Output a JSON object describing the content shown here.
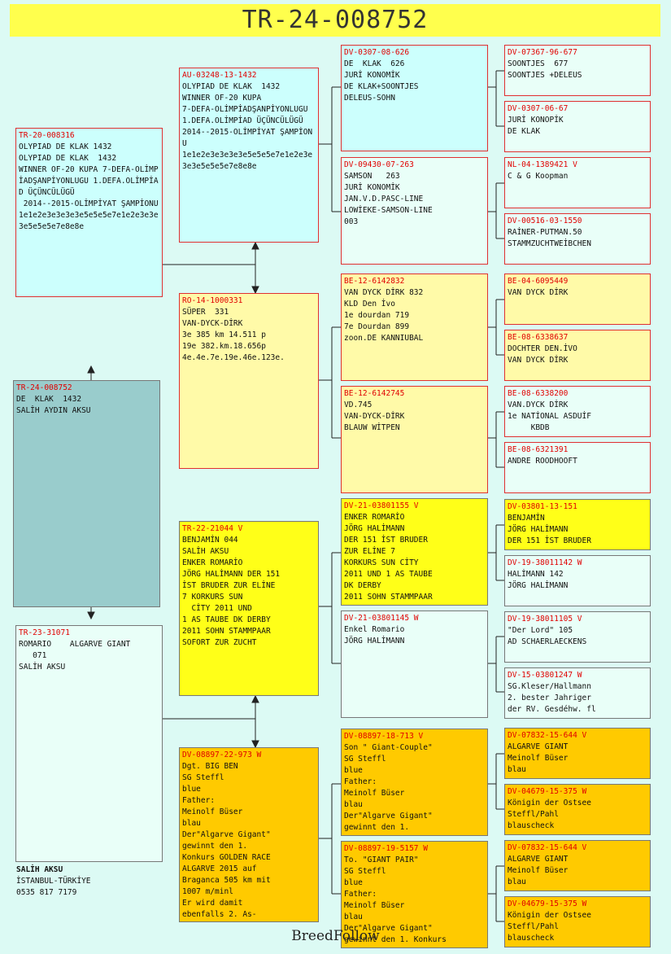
{
  "header": {
    "title": "TR-24-008752"
  },
  "subject": {
    "id": "TR-24-008752",
    "text": "DE  KLAK  1432\nSALİH AYDIN AKSU"
  },
  "sire": {
    "id": "TR-20-008316",
    "text": "OLYPIAD DE KLAK 1432\nOLYPIAD DE KLAK  1432\nWINNER OF-20 KUPA 7-DEFA-OLİMPİADŞANPİYONLUGU 1.DEFA.OLİMPİAD ÜÇÜNCÜLÜGÜ\n 2014--2015-OLİMPİYAT ŞAMPİONU 1e1e2e3e3e3e3e5e5e5e7e1e2e3e3e3e5e5e5e7e8e8e"
  },
  "dam": {
    "id": "TR-23-31071",
    "text": "ROMARIO    ALGARVE GIANT\n   071\nSALİH AKSU"
  },
  "ss": {
    "id": "AU-03248-13-1432",
    "text": "OLYPIAD DE KLAK  1432\nWINNER OF-20 KUPA\n7-DEFA-OLİMPİADŞANPİYONLUGU 1.DEFA.OLİMPİAD ÜÇÜNCÜLÜGÜ\n2014--2015-OLİMPİYAT ŞAMPİONU\n1e1e2e3e3e3e3e5e5e5e7e1e2e3e3e3e5e5e5e7e8e8e"
  },
  "sd": {
    "id": "RO-14-1000331",
    "text": "SÜPER  331\nVAN-DYCK-DİRK\n3e 385 km 14.511 p\n19e 382.km.18.656p\n4e.4e.7e.19e.46e.123e."
  },
  "ds": {
    "id": "TR-22-21044 V",
    "text": "BENJAMİN 044\nSALİH AKSU\nENKER ROMARİO\nJÖRG HALİMANN DER 151\nİST BRUDER ZUR ELİNE\n7 KORKURS SUN\n  CİTY 2011 UND\n1 AS TAUBE DK DERBY\n2011 SOHN STAMMPAAR\nSOFORT ZUR ZUCHT"
  },
  "dd": {
    "id": "DV-08897-22-973 W",
    "text": "Dgt. BIG BEN\nSG Steffl\nblue\nFather:\nMeinolf Büser\nblau\nDer\"Algarve Gigant\"\ngewinnt den 1.\nKonkurs GOLDEN RACE\nALGARVE 2015 auf\nBraganca 505 km mit\n1007 m/minl\nEr wird damit\nebenfalls 2. As-"
  },
  "g3": [
    {
      "id": "DV-0307-08-626",
      "text": "DE  KLAK  626\nJURİ KONOMİK\nDE KLAK+SOONTJES\nDELEUS-SOHN"
    },
    {
      "id": "DV-09430-07-263",
      "text": "SAMSON   263\nJURİ KONOMİK\nJAN.V.D.PASC-LINE\nLOWİEKE-SAMSON-LINE\n003"
    },
    {
      "id": "BE-12-6142832",
      "text": "VAN DYCK DİRK 832\nKLD Den İvo\n1e dourdan 719\n7e Dourdan 899\nzoon.DE KANNIUBAL"
    },
    {
      "id": "BE-12-6142745",
      "text": "VD.745\nVAN-DYCK-DİRK\nBLAUW WİTPEN"
    },
    {
      "id": "DV-21-03801155 V",
      "text": "ENKER ROMARİO\nJÖRG HALİMANN\nDER 151 İST BRUDER\nZUR ELİNE 7\nKORKURS SUN CİTY\n2011 UND 1 AS TAUBE\nDK DERBY\n2011 SOHN STAMMPAAR"
    },
    {
      "id": "DV-21-03801145 W",
      "text": "Enkel Romario\nJÖRG HALİMANN"
    },
    {
      "id": "DV-08897-18-713 V",
      "text": "Son \" Giant-Couple\"\nSG Steffl\nblue\nFather:\nMeinolf Büser\nblau\nDer\"Algarve Gigant\"\ngewinnt den 1."
    },
    {
      "id": "DV-08897-19-5157 W",
      "text": "To. \"GIANT PAIR\"\nSG Steffl\nblue\nFather:\nMeinolf Büser\nblau\nDer\"Algarve Gigant\"\ngewinnt den 1. Konkurs"
    }
  ],
  "g4": [
    {
      "id": "DV-07367-96-677",
      "text": "SOONTJES  677\nSOONTJES +DELEUS"
    },
    {
      "id": "DV-0307-06-67",
      "text": "JURİ KONOPİK\nDE KLAK"
    },
    {
      "id": "NL-04-1389421 V",
      "text": "C & G Koopman"
    },
    {
      "id": "DV-00516-03-1550",
      "text": "RAİNER-PUTMAN.50\nSTAMMZUCHTWEİBCHEN"
    },
    {
      "id": "BE-04-6095449",
      "text": "VAN DYCK DİRK"
    },
    {
      "id": "BE-08-6338637",
      "text": "DOCHTER DEN.İVO\nVAN DYCK DİRK"
    },
    {
      "id": "BE-08-6338200",
      "text": "VAN.DYCK DİRK\n1e NATİONAL ASDUİF\n     KBDB"
    },
    {
      "id": "BE-08-6321391",
      "text": "ANDRE ROODHOOFT"
    },
    {
      "id": "DV-03801-13-151",
      "text": "BENJAMİN\nJÖRG HALİMANN\nDER 151 İST BRUDER"
    },
    {
      "id": "DV-19-38011142 W",
      "text": "HALİMANN 142\nJÖRG HALİMANN"
    },
    {
      "id": "DV-19-38011105 V",
      "text": "\"Der Lord\" 105\nAD SCHAERLAECKENS"
    },
    {
      "id": "DV-15-03801247 W",
      "text": "SG.Kleser/Hallmann\n2. bester Jahriger\nder RV. Gesdéhw. fl"
    },
    {
      "id": "DV-07832-15-644 V",
      "text": "ALGARVE GIANT\nMeinolf Büser\nblau"
    },
    {
      "id": "DV-04679-15-375 W",
      "text": "Königin der Ostsee\nSteffl/Pahl\nblauscheck"
    },
    {
      "id": "DV-07832-15-644 V",
      "text": "ALGARVE GIANT\nMeinolf Büser\nblau"
    },
    {
      "id": "DV-04679-15-375 W",
      "text": "Königin der Ostsee\nSteffl/Pahl\nblauscheck"
    }
  ],
  "owner": {
    "name": "SALİH AKSU",
    "location": "İSTANBUL-TÜRKİYE",
    "phone": "0535 817 7179"
  },
  "footer": {
    "brand": "BreedFollow"
  }
}
